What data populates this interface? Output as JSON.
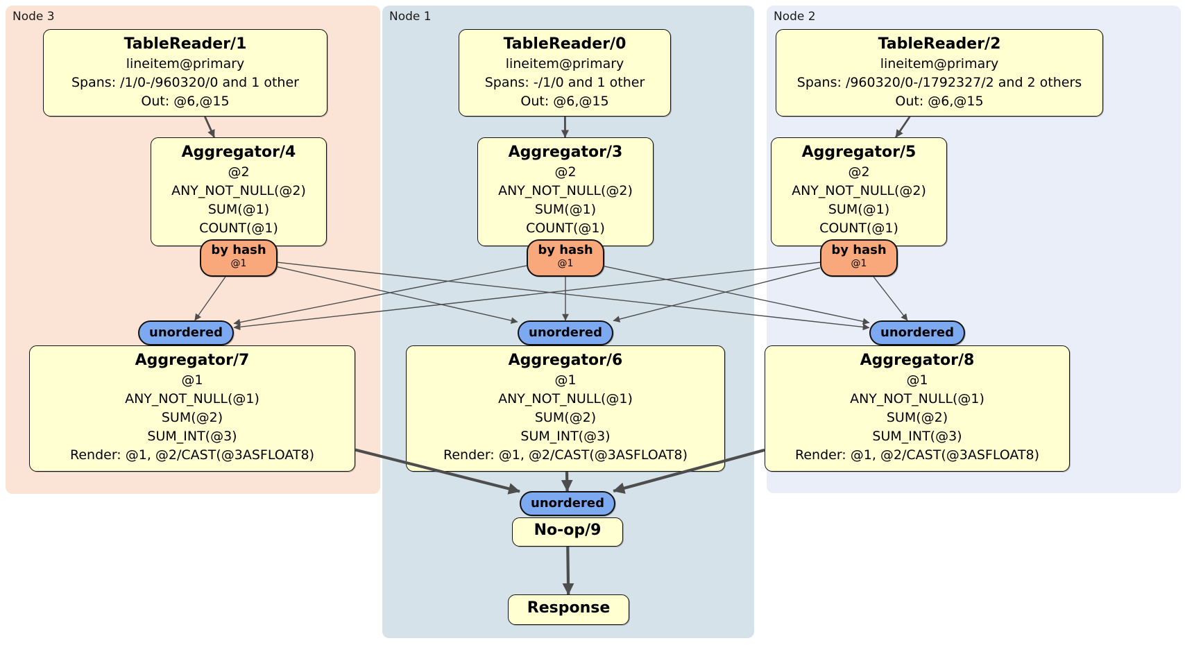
{
  "regions": {
    "node3": {
      "label": "Node 3",
      "bg": "#fbe3d5"
    },
    "node1": {
      "label": "Node 1",
      "bg": "#d5e2e9"
    },
    "node2": {
      "label": "Node 2",
      "bg": "#e9eef8"
    }
  },
  "colors": {
    "box_fill": "#ffffd1",
    "router_fill": "#f9a87c",
    "sync_fill": "#7da9f1",
    "edge": "#4d4d4d"
  },
  "nodes": {
    "tr1": {
      "title": "TableReader/1",
      "lines": [
        "lineitem@primary",
        "Spans: /1/0-/960320/0 and 1 other",
        "Out: @6,@15"
      ]
    },
    "tr0": {
      "title": "TableReader/0",
      "lines": [
        "lineitem@primary",
        "Spans: -/1/0 and 1 other",
        "Out: @6,@15"
      ]
    },
    "tr2": {
      "title": "TableReader/2",
      "lines": [
        "lineitem@primary",
        "Spans: /960320/0-/1792327/2 and 2 others",
        "Out: @6,@15"
      ]
    },
    "agg4": {
      "title": "Aggregator/4",
      "lines": [
        "@2",
        "ANY_NOT_NULL(@2)",
        "SUM(@1)",
        "COUNT(@1)"
      ]
    },
    "agg3": {
      "title": "Aggregator/3",
      "lines": [
        "@2",
        "ANY_NOT_NULL(@2)",
        "SUM(@1)",
        "COUNT(@1)"
      ]
    },
    "agg5": {
      "title": "Aggregator/5",
      "lines": [
        "@2",
        "ANY_NOT_NULL(@2)",
        "SUM(@1)",
        "COUNT(@1)"
      ]
    },
    "agg7": {
      "title": "Aggregator/7",
      "lines": [
        "@1",
        "ANY_NOT_NULL(@1)",
        "SUM(@2)",
        "SUM_INT(@3)",
        "Render: @1, @2/CAST(@3ASFLOAT8)"
      ]
    },
    "agg6": {
      "title": "Aggregator/6",
      "lines": [
        "@1",
        "ANY_NOT_NULL(@1)",
        "SUM(@2)",
        "SUM_INT(@3)",
        "Render: @1, @2/CAST(@3ASFLOAT8)"
      ]
    },
    "agg8": {
      "title": "Aggregator/8",
      "lines": [
        "@1",
        "ANY_NOT_NULL(@1)",
        "SUM(@2)",
        "SUM_INT(@3)",
        "Render: @1, @2/CAST(@3ASFLOAT8)"
      ]
    },
    "noop": {
      "title": "No-op/9"
    },
    "resp": {
      "title": "Response"
    }
  },
  "routers": {
    "r3": {
      "label": "by hash",
      "sub": "@1"
    },
    "r1": {
      "label": "by hash",
      "sub": "@1"
    },
    "r2": {
      "label": "by hash",
      "sub": "@1"
    }
  },
  "syncs": {
    "s3": {
      "label": "unordered"
    },
    "s1": {
      "label": "unordered"
    },
    "s2": {
      "label": "unordered"
    },
    "sf": {
      "label": "unordered"
    }
  },
  "edges": [
    {
      "from": "box-tablereader-1",
      "to": "box-aggregator-4",
      "style": "mid"
    },
    {
      "from": "box-tablereader-0",
      "to": "box-aggregator-3",
      "style": "mid"
    },
    {
      "from": "box-tablereader-2",
      "to": "box-aggregator-5",
      "style": "mid"
    },
    {
      "from": "router-by-hash-node3",
      "to": "sync-unordered-node3",
      "style": "thin"
    },
    {
      "from": "router-by-hash-node3",
      "to": "sync-unordered-node1",
      "style": "thin"
    },
    {
      "from": "router-by-hash-node3",
      "to": "sync-unordered-node2",
      "style": "thin"
    },
    {
      "from": "router-by-hash-node1",
      "to": "sync-unordered-node3",
      "style": "thin"
    },
    {
      "from": "router-by-hash-node1",
      "to": "sync-unordered-node1",
      "style": "thin"
    },
    {
      "from": "router-by-hash-node1",
      "to": "sync-unordered-node2",
      "style": "thin"
    },
    {
      "from": "router-by-hash-node2",
      "to": "sync-unordered-node3",
      "style": "thin"
    },
    {
      "from": "router-by-hash-node2",
      "to": "sync-unordered-node1",
      "style": "thin"
    },
    {
      "from": "router-by-hash-node2",
      "to": "sync-unordered-node2",
      "style": "thin"
    },
    {
      "from": "box-aggregator-7",
      "to": "sync-unordered-final",
      "style": "thick"
    },
    {
      "from": "box-aggregator-6",
      "to": "sync-unordered-final",
      "style": "thick"
    },
    {
      "from": "box-aggregator-8",
      "to": "sync-unordered-final",
      "style": "thick"
    },
    {
      "from": "box-noop-9",
      "to": "box-response",
      "style": "thick"
    }
  ]
}
